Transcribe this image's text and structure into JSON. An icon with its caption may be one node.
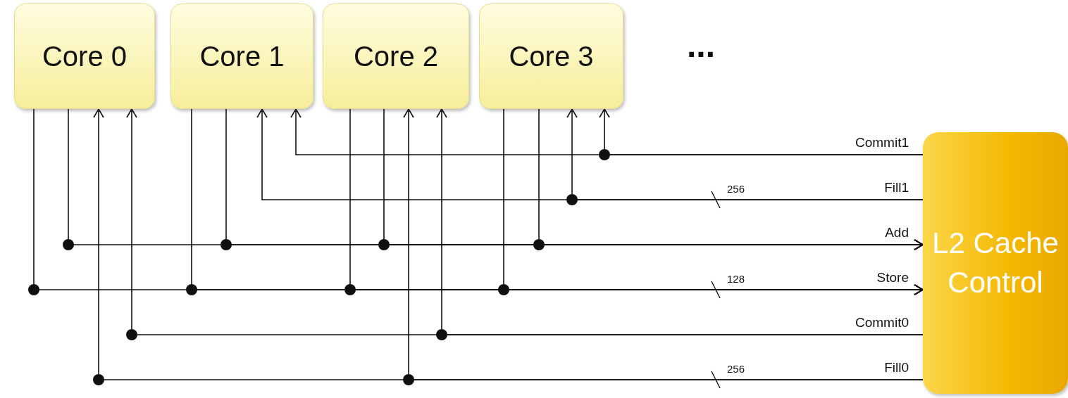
{
  "diagram": {
    "nodes": [
      {
        "text": [
          "Core 0"
        ]
      },
      {
        "text": [
          "Core 1"
        ]
      },
      {
        "text": [
          "Core 2"
        ]
      },
      {
        "text": [
          "Core 3"
        ]
      },
      {
        "text": [
          "L2 Cache Control"
        ]
      }
    ],
    "edges": [
      {
        "from": 4,
        "to": 1,
        "arrow": "to",
        "label": "Commit1"
      },
      {
        "from": 4,
        "to": 3,
        "arrow": "to"
      },
      {
        "from": 4,
        "to": 1,
        "arrow": "to",
        "label": "Fill1"
      },
      {
        "from": 4,
        "to": 3,
        "arrow": "to"
      },
      {
        "from": 0,
        "to": 4,
        "arrow": "to",
        "label": "Add"
      },
      {
        "from": 1,
        "to": 4,
        "arrow": "to"
      },
      {
        "from": 2,
        "to": 4,
        "arrow": "to"
      },
      {
        "from": 3,
        "to": 4,
        "arrow": "to"
      },
      {
        "from": 0,
        "to": 4,
        "arrow": "to",
        "label": "Store"
      },
      {
        "from": 1,
        "to": 4,
        "arrow": "to"
      },
      {
        "from": 2,
        "to": 4,
        "arrow": "to"
      },
      {
        "from": 3,
        "to": 4,
        "arrow": "to"
      },
      {
        "from": 4,
        "to": 0,
        "arrow": "to",
        "label": "Commit0"
      },
      {
        "from": 4,
        "to": 2,
        "arrow": "to"
      },
      {
        "from": 4,
        "to": 0,
        "arrow": "to",
        "label": "Fill0"
      },
      {
        "from": 4,
        "to": 2,
        "arrow": "to"
      }
    ],
    "labels": [
      "...",
      "256",
      "128",
      "256"
    ]
  }
}
